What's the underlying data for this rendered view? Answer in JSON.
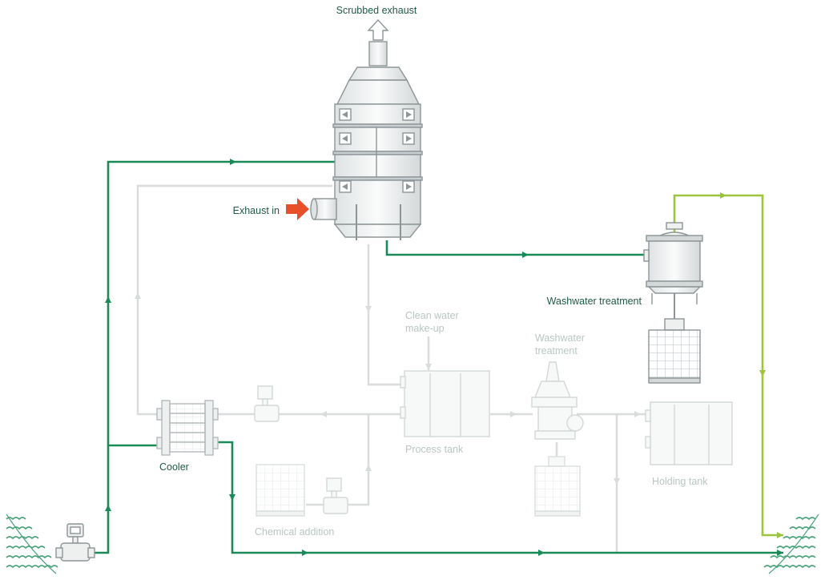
{
  "labels": {
    "scrubbed_exhaust": "Scrubbed exhaust",
    "exhaust_in": "Exhaust in",
    "washwater_treatment_active": "Washwater treatment",
    "clean_water_line1": "Clean water",
    "clean_water_line2": "make-up",
    "washwater_treatment_faded_line1": "Washwater",
    "washwater_treatment_faded_line2": "treatment",
    "process_tank": "Process tank",
    "holding_tank": "Holding tank",
    "cooler": "Cooler",
    "chemical_addition": "Chemical addition"
  },
  "colors": {
    "active_line": "#1a8a57",
    "bright_line": "#9cc43c",
    "faded_line": "#d9dcdc",
    "faded_text": "#b9c6c1",
    "label_text": "#1e5a46",
    "exhaust_arrow": "#e8502a",
    "equipment_fill": "#eef0f0",
    "equipment_stroke": "#9aa2a4",
    "sea": "#4aa37a"
  },
  "icons": [
    "scrubber-tower",
    "separator-vessel",
    "ibc-container",
    "pump",
    "plate-heat-exchanger",
    "sea-waves",
    "exhaust-arrow"
  ]
}
